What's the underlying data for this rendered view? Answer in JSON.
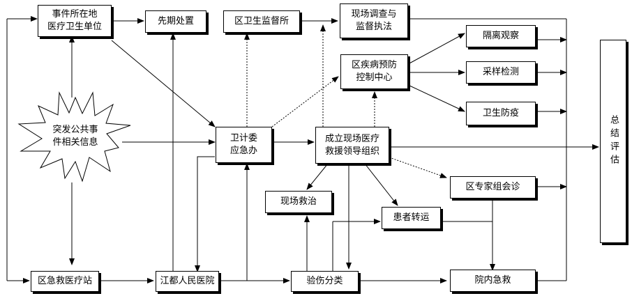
{
  "nodes": {
    "reporting_unit": "事件所在地\n医疗卫生单位",
    "initial_response": "先期处置",
    "district_supervision": "区卫生监督所",
    "field_investigation": "现场调查与\n监督执法",
    "isolation": "隔离观察",
    "sampling": "采样检测",
    "health_prevention": "卫生防疫",
    "district_cdc": "区疾病预防\n控制中心",
    "emergency_event_info": "突发公共事\n件相关信息",
    "health_committee_office": "卫计委\n应急办",
    "field_command": "成立现场医疗\n救援领导组织",
    "expert_consultation": "区专家组会诊",
    "onsite_rescue": "现场救治",
    "patient_transfer": "患者转运",
    "district_emergency_station": "区急救医疗站",
    "jiangdu_hospital": "江都人民医院",
    "triage": "验伤分类",
    "in_hospital_rescue": "院内急救",
    "summary_evaluation": "总结评估"
  }
}
